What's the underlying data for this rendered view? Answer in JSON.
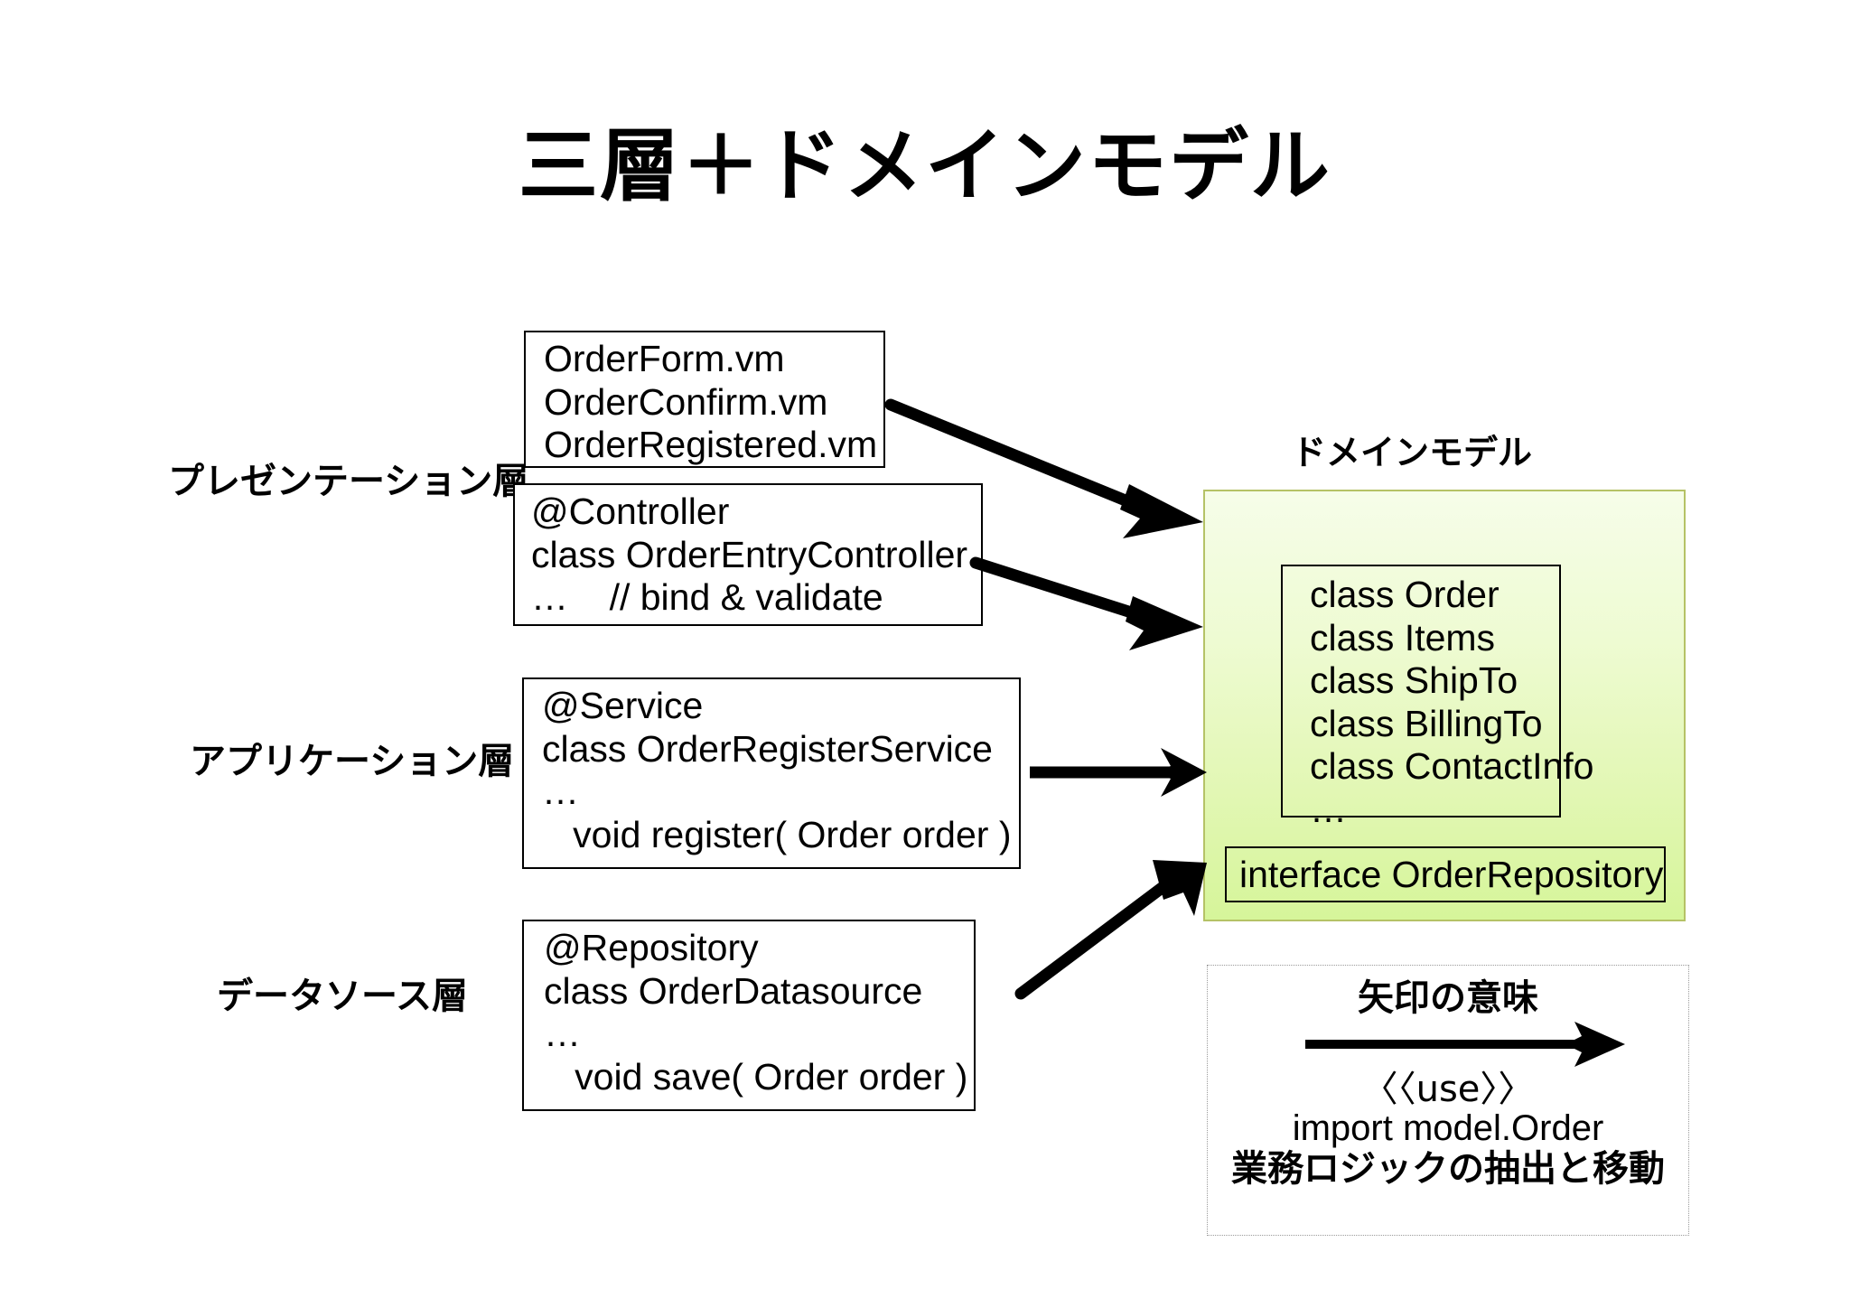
{
  "title": "三層＋ドメインモデル",
  "layers": [
    {
      "label": "プレゼンテーション層"
    },
    {
      "label": "アプリケーション層"
    },
    {
      "label": "データソース層"
    }
  ],
  "boxes": {
    "views": {
      "lines": [
        "OrderForm.vm",
        "OrderConfirm.vm",
        "OrderRegistered.vm"
      ]
    },
    "controller": {
      "lines": [
        "@Controller",
        "class OrderEntryController",
        "…    // bind & validate"
      ]
    },
    "service": {
      "lines": [
        "@Service",
        "class OrderRegisterService",
        "…",
        "   void register( Order order )"
      ]
    },
    "repository": {
      "lines": [
        "@Repository",
        "class OrderDatasource",
        "…",
        "   void save( Order order )"
      ]
    }
  },
  "domain_model": {
    "caption": "ドメインモデル",
    "classes": [
      "class Order",
      "class Items",
      "class ShipTo",
      "class BillingTo",
      "class ContactInfo",
      "…"
    ],
    "interface": "interface OrderRepository",
    "panel_color_top": "#f6fde9",
    "panel_color_bottom": "#d6f59a",
    "panel_border_color": "#b5c266"
  },
  "legend": {
    "title": "矢印の意味",
    "arrow_icon": "right-arrow-icon",
    "use_label": "〈〈use〉〉",
    "import_label": "import model.Order",
    "note": "業務ロジックの抽出と移動"
  },
  "arrows": [
    {
      "name": "views-to-domain",
      "from": "views-box",
      "to": "domain-panel"
    },
    {
      "name": "controller-to-domain",
      "from": "controller-box",
      "to": "domain-panel"
    },
    {
      "name": "service-to-domain",
      "from": "service-box",
      "to": "domain-panel"
    },
    {
      "name": "repository-to-order-repository",
      "from": "repository-box",
      "to": "order-repository-interface"
    }
  ]
}
